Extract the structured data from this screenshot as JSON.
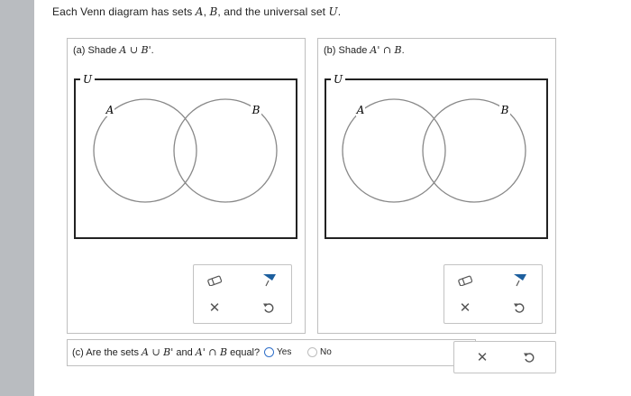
{
  "instruction": {
    "prefix": "Each Venn diagram has sets ",
    "A": "A",
    "sep1": ", ",
    "B": "B",
    "sep2": ", and the universal set ",
    "U": "U",
    "end": "."
  },
  "panel_a": {
    "label_prefix": "(a) Shade ",
    "label_expr": "A ∪ B'",
    "label_end": "."
  },
  "panel_b": {
    "label_prefix": "(b) Shade ",
    "label_expr": "A' ∩ B",
    "label_end": "."
  },
  "venn": {
    "universe_label": "U",
    "set_a_label": "A",
    "set_b_label": "B"
  },
  "question_c": {
    "text_prefix": "(c) Are the sets ",
    "expr1": "A ∪ B'",
    "and": " and ",
    "expr2": "A' ∩ B",
    "text_end": " equal?",
    "options": [
      "Yes",
      "No"
    ]
  },
  "icons": {
    "eraser": "eraser-icon",
    "fill": "paint-bucket-icon",
    "clear": "x-icon",
    "undo": "undo-icon"
  },
  "colors": {
    "radio_accent": "#2f6fc9",
    "fill_tool": "#1d5f9e"
  }
}
